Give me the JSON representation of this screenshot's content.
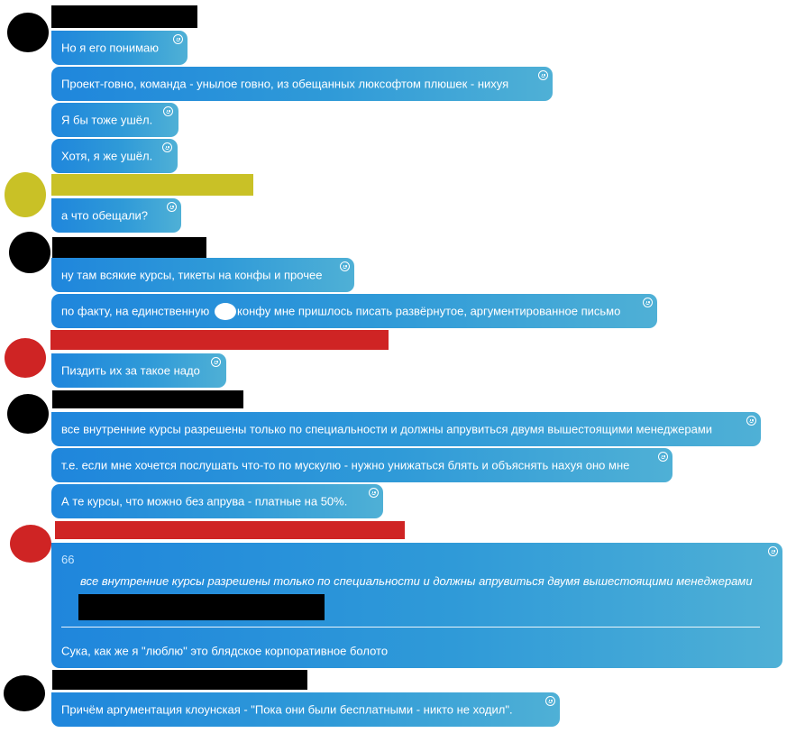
{
  "colors": {
    "bubble_start": "#1f86dc",
    "bubble_end": "#4fb0d6",
    "redaction_black": "#000000",
    "redaction_yellow": "#c9c126",
    "redaction_red": "#cf2424"
  },
  "messages": [
    "Но я его понимаю",
    "Проект-говно, команда - унылое говно, из обещанных люксофтом плюшек - нихуя",
    "Я бы тоже ушёл.",
    "Хотя, я же ушёл.",
    "а что обещали?",
    "ну там всякие курсы, тикеты на конфы и прочее",
    "по факту, на единственную",
    "конфу мне пришлось писать развёрнутое, аргументированное письмо",
    "Пиздить их за такое надо",
    "все внутренние курсы разрешены только по специальности и должны апрувиться двумя вышестоящими менеджерами",
    "т.е. если мне хочется послушать что-то по мускулю - нужно унижаться блять и объяснять нахуя оно мне",
    "А те курсы, что можно без апрува - платные на 50%.",
    "Сука, как же я \"люблю\" это блядское корпоративное болото",
    "Причём аргументация клоунская - \"Пока они были бесплатными - никто не ходил\"."
  ],
  "quote": {
    "mark": "66",
    "text": "все внутренние курсы разрешены только по специальности и должны апрувиться двумя вышестоящими менеджерами"
  },
  "icons": {
    "reaction": "smiley-icon",
    "quote": "quote-mark-icon"
  }
}
